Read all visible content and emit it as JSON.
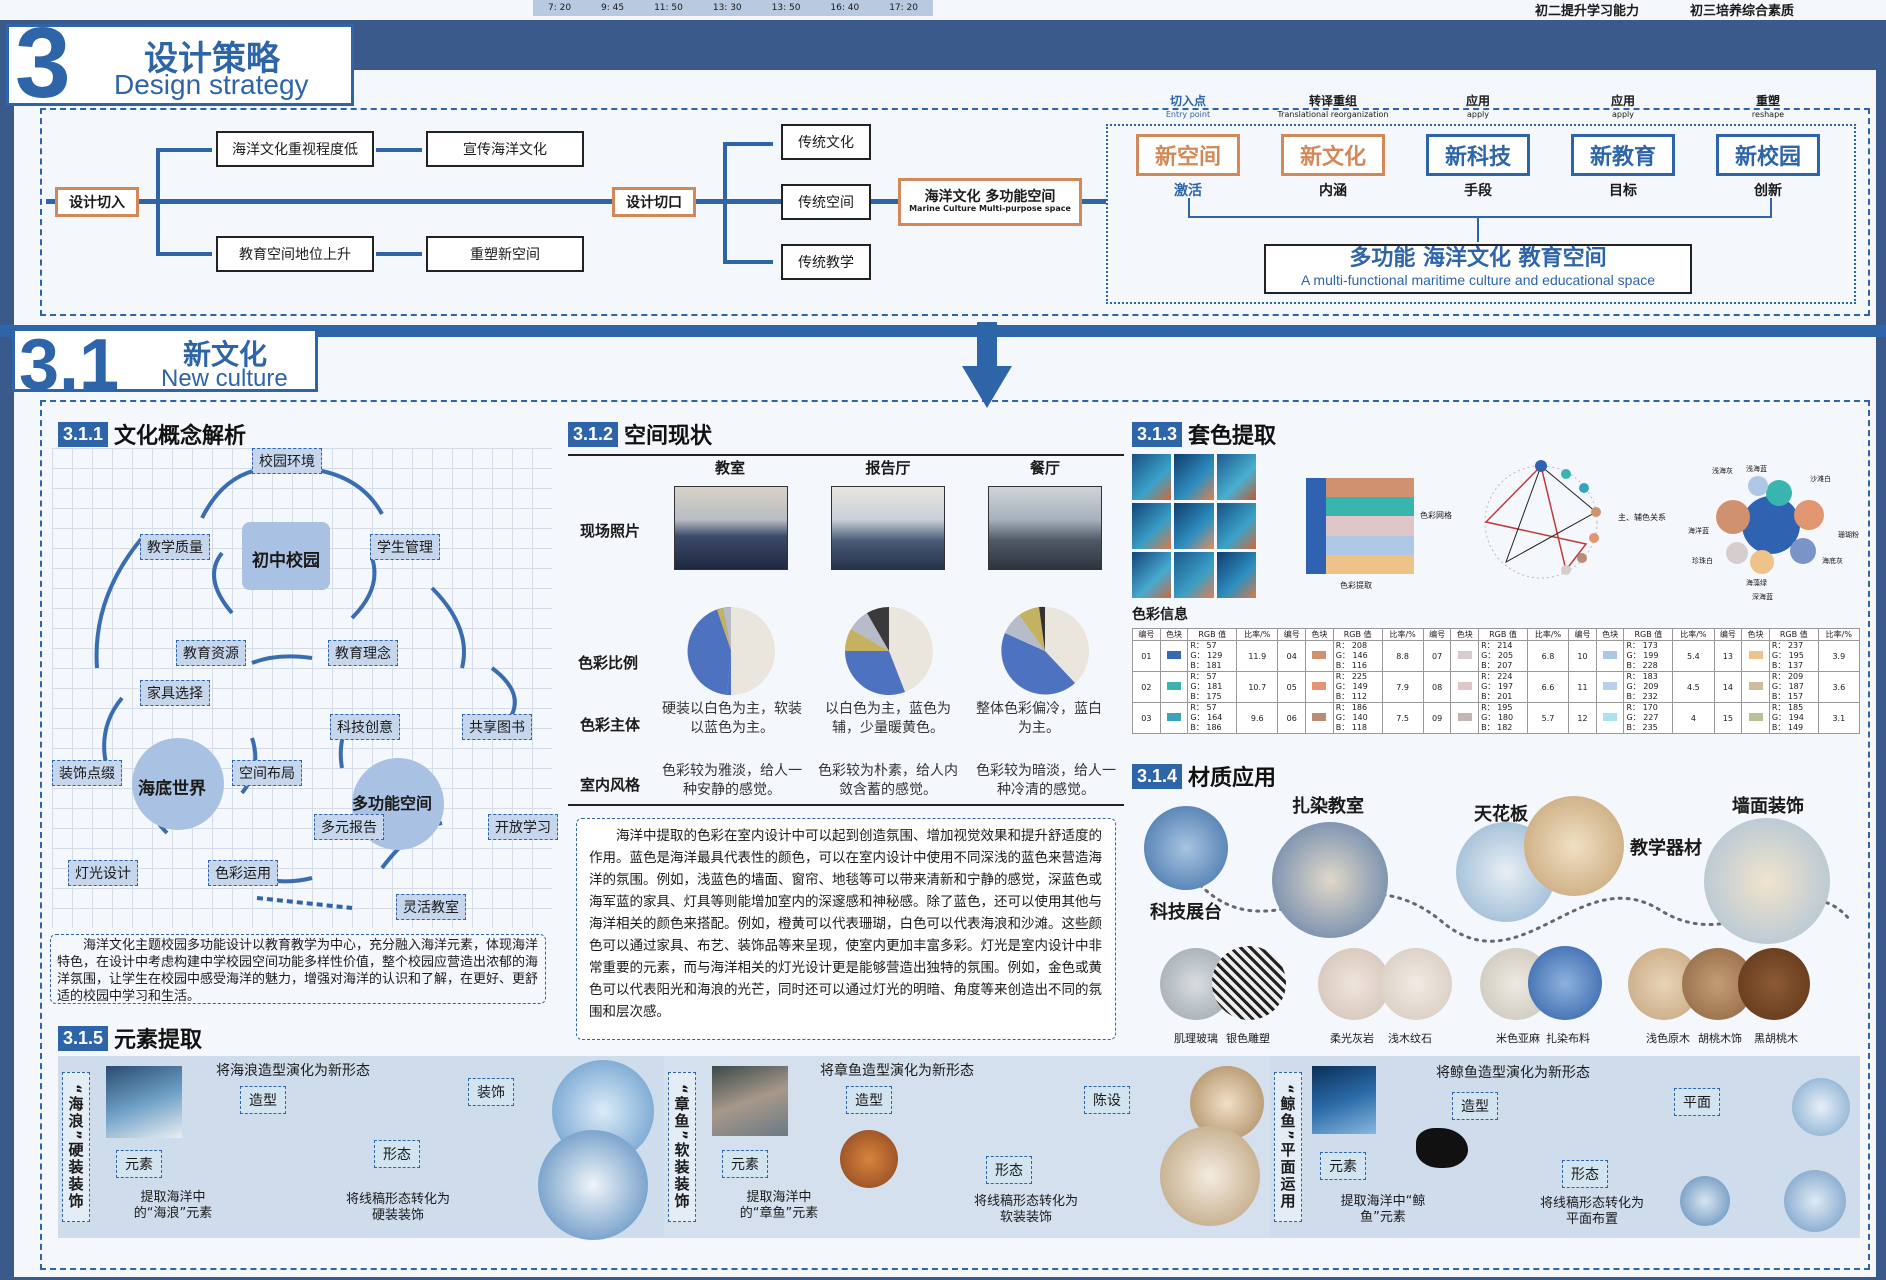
{
  "top_strip": {
    "times": [
      "7: 20",
      "9: 45",
      "11: 50",
      "13: 30",
      "13: 50",
      "16: 40",
      "17: 20"
    ],
    "right_a": "初二提升学习能力",
    "right_b": "初三培养综合素质"
  },
  "section3": {
    "num": "3",
    "cn": "设计策略",
    "en": "Design strategy"
  },
  "flow": {
    "start": "设计切入",
    "up1": "海洋文化重视程度低",
    "up2": "宣传海洋文化",
    "down1": "教育空间地位上升",
    "down2": "重塑新空间",
    "mid": "设计切口",
    "t1": "传统文化",
    "t2": "传统空间",
    "t3": "传统教学",
    "end_cn": "海洋文化 多功能空间",
    "end_en": "Marine Culture Multi-purpose space"
  },
  "strategy": {
    "steps": [
      {
        "cn": "切入点",
        "en": "Entry point",
        "box": "新空间",
        "sub": "激活",
        "color": "#d2895a"
      },
      {
        "cn": "转译重组",
        "en": "Translational reorganization",
        "box": "新文化",
        "sub": "内涵",
        "color": "#d2895a"
      },
      {
        "cn": "应用",
        "en": "apply",
        "box": "新科技",
        "sub": "手段",
        "color": "#2e64a8"
      },
      {
        "cn": "应用",
        "en": "apply",
        "box": "新教育",
        "sub": "目标",
        "color": "#2e64a8"
      },
      {
        "cn": "重塑",
        "en": "reshape",
        "box": "新校园",
        "sub": "创新",
        "color": "#2e64a8"
      }
    ],
    "result_cn": "多功能 海洋文化 教育空间",
    "result_en": "A multi-functional maritime culture and educational space"
  },
  "section31": {
    "num": "3.1",
    "cn": "新文化",
    "en": "New culture"
  },
  "s311": {
    "num": "3.1.1",
    "title": "文化概念解析",
    "center1": "初中校园",
    "center2": "海底世界",
    "center3": "多功能空间",
    "nodes": [
      "校园环境",
      "学生管理",
      "教学质量",
      "教育资源",
      "教育理念",
      "家具选择",
      "科技创意",
      "共享图书",
      "装饰点缀",
      "空间布局",
      "多元报告",
      "开放学习",
      "灯光设计",
      "色彩运用",
      "灵活教室"
    ],
    "para": "海洋文化主题校园多功能设计以教育教学为中心，充分融入海洋元素，体现海洋特色，在设计中考虑构建中学校园空间功能多样性价值，整个校园应营造出浓郁的海洋氛围，让学生在校园中感受海洋的魅力，增强对海洋的认识和了解，在更好、更舒适的校园中学习和生活。"
  },
  "s312": {
    "num": "3.1.2",
    "title": "空间现状",
    "cols": [
      "教室",
      "报告厅",
      "餐厅"
    ],
    "rows": [
      "现场照片",
      "色彩比例",
      "色彩主体",
      "室内风格"
    ],
    "subject": [
      "硬装以白色为主，软装以蓝色为主。",
      "以白色为主，蓝色为辅，少量暖黄色。",
      "整体色彩偏冷，蓝白为主。"
    ],
    "style": [
      "色彩较为雅淡，给人一种安静的感觉。",
      "色彩较为朴素，给人内敛含蓄的感觉。",
      "色彩较为暗淡，给人一种冷清的感觉。"
    ],
    "para": "海洋中提取的色彩在室内设计中可以起到创造氛围、增加视觉效果和提升舒适度的作用。蓝色是海洋最具代表性的颜色，可以在室内设计中使用不同深浅的蓝色来营造海洋的氛围。例如，浅蓝色的墙面、窗帘、地毯等可以带来清新和宁静的感觉，深蓝色或海军蓝的家具、灯具等则能增加室内的深邃感和神秘感。除了蓝色，还可以使用其他与海洋相关的颜色来搭配。例如，橙黄可以代表珊瑚，白色可以代表海浪和沙滩。这些颜色可以通过家具、布艺、装饰品等来呈现，使室内更加丰富多彩。灯光是室内设计中非常重要的元素，而与海洋相关的灯光设计更是能够营造出独特的氛围。例如，金色或黄色可以代表阳光和海浪的光芒，同时还可以通过灯光的明暗、角度等来创造出不同的氛围和层次感。"
  },
  "s313": {
    "num": "3.1.3",
    "title": "套色提取",
    "info": "色彩信息",
    "lbl_a": "色彩网格",
    "lbl_b": "色彩提取",
    "lbl_c": "主、辅色关系",
    "bubbles": [
      "浅海蓝",
      "深海蓝",
      "沙滩白",
      "珊瑚粉",
      "海底灰",
      "珍珠白",
      "海藻绿",
      "浅海灰",
      "海洋蓝"
    ],
    "head": [
      "编号",
      "色块",
      "RGB 值",
      "比率/%"
    ],
    "colors": [
      {
        "n": "01",
        "hex": "#3969b3",
        "r": "57",
        "g": "129",
        "b": "181",
        "p": "11.9"
      },
      {
        "n": "02",
        "hex": "#39b5af",
        "r": "57",
        "g": "181",
        "b": "175",
        "p": "10.7"
      },
      {
        "n": "03",
        "hex": "#39a4ba",
        "r": "57",
        "g": "164",
        "b": "186",
        "p": "9.6"
      },
      {
        "n": "04",
        "hex": "#d0926e",
        "r": "208",
        "g": "146",
        "b": "116",
        "p": "8.8"
      },
      {
        "n": "05",
        "hex": "#e19570",
        "r": "225",
        "g": "149",
        "b": "112",
        "p": "7.9"
      },
      {
        "n": "06",
        "hex": "#ba8c76",
        "r": "186",
        "g": "140",
        "b": "118",
        "p": "7.5"
      },
      {
        "n": "07",
        "hex": "#d6cdcf",
        "r": "214",
        "g": "205",
        "b": "207",
        "p": "6.8"
      },
      {
        "n": "08",
        "hex": "#e0c5c9",
        "r": "224",
        "g": "197",
        "b": "201",
        "p": "6.6"
      },
      {
        "n": "09",
        "hex": "#c3b4b6",
        "r": "195",
        "g": "180",
        "b": "182",
        "p": "5.7"
      },
      {
        "n": "10",
        "hex": "#adc7e4",
        "r": "173",
        "g": "199",
        "b": "228",
        "p": "5.4"
      },
      {
        "n": "11",
        "hex": "#b7d1e8",
        "r": "183",
        "g": "209",
        "b": "232",
        "p": "4.5"
      },
      {
        "n": "12",
        "hex": "#aae3eb",
        "r": "170",
        "g": "227",
        "b": "235",
        "p": "4"
      },
      {
        "n": "13",
        "hex": "#edc389",
        "r": "237",
        "g": "195",
        "b": "137",
        "p": "3.9"
      },
      {
        "n": "14",
        "hex": "#d1bb9d",
        "r": "209",
        "g": "187",
        "b": "157",
        "p": "3.6"
      },
      {
        "n": "15",
        "hex": "#b9c295",
        "r": "185",
        "g": "194",
        "b": "149",
        "p": "3.1"
      }
    ]
  },
  "s314": {
    "num": "3.1.4",
    "title": "材质应用",
    "labels": [
      "科技展台",
      "扎染教室",
      "天花板",
      "教学器材",
      "墙面装饰"
    ],
    "swatches": [
      "肌理玻璃",
      "银色雕塑",
      "柔光灰岩",
      "浅木纹石",
      "米色亚麻",
      "扎染布料",
      "浅色原木",
      "胡桃木饰",
      "黑胡桃木"
    ]
  },
  "s315": {
    "num": "3.1.5",
    "title": "元素提取",
    "groups": [
      {
        "v": "“海浪”硬装装饰",
        "top": "将海浪造型演化为新形态",
        "form": "造型",
        "elem": "元素",
        "shape": "形态",
        "use": "装饰",
        "b1": "提取海洋中的“海浪”元素",
        "b2": "将线稿形态转化为硬装装饰"
      },
      {
        "v": "“章鱼”软装装饰",
        "top": "将章鱼造型演化为新形态",
        "form": "造型",
        "elem": "元素",
        "shape": "形态",
        "use": "陈设",
        "b1": "提取海洋中的“章鱼”元素",
        "b2": "将线稿形态转化为软装装饰"
      },
      {
        "v": "“鲸鱼”平面运用",
        "top": "将鲸鱼造型演化为新形态",
        "form": "造型",
        "elem": "元素",
        "shape": "形态",
        "use": "平面",
        "b1": "提取海洋中“鲸鱼”元素",
        "b2": "将线稿形态转化为平面布置"
      }
    ]
  }
}
